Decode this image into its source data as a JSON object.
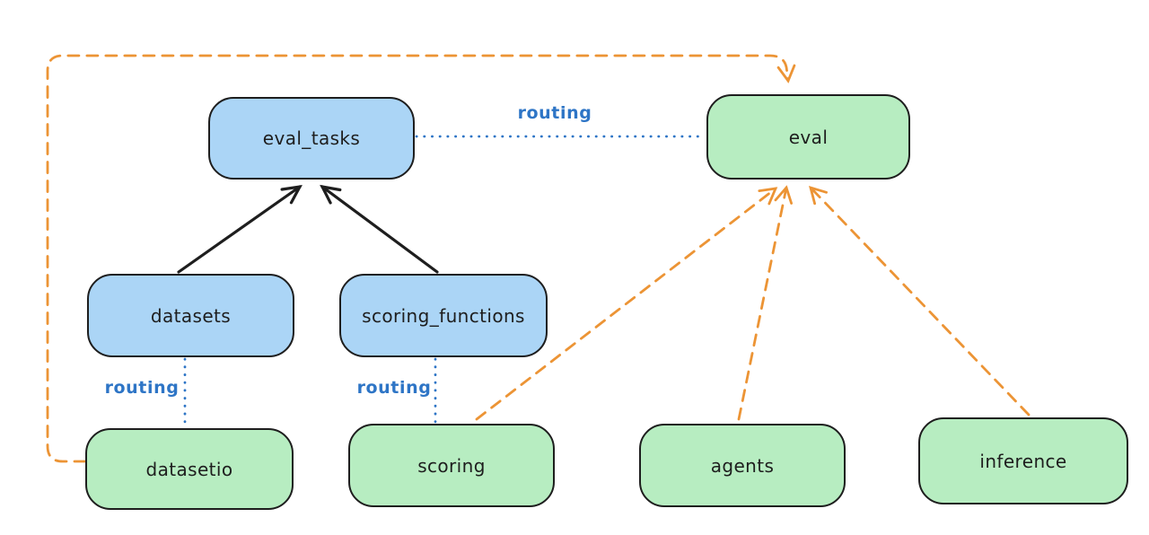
{
  "diagram": {
    "type": "architecture-routing-diagram",
    "nodes": {
      "eval_tasks": {
        "label": "eval_tasks",
        "kind": "api"
      },
      "datasets": {
        "label": "datasets",
        "kind": "api"
      },
      "scoring_functions": {
        "label": "scoring_functions",
        "kind": "api"
      },
      "eval": {
        "label": "eval",
        "kind": "provider"
      },
      "datasetio": {
        "label": "datasetio",
        "kind": "provider"
      },
      "scoring": {
        "label": "scoring",
        "kind": "provider"
      },
      "agents": {
        "label": "agents",
        "kind": "provider"
      },
      "inference": {
        "label": "inference",
        "kind": "provider"
      }
    },
    "edges": {
      "eval_tasks_eval": {
        "label": "routing",
        "style": "blue-dotted"
      },
      "datasets_datasetio": {
        "label": "routing",
        "style": "blue-dotted"
      },
      "scoring_functions_scoring": {
        "label": "routing",
        "style": "blue-dotted"
      },
      "datasets_to_eval_tasks": {
        "label": "",
        "style": "black-arrow"
      },
      "scoring_functions_to_eval_tasks": {
        "label": "",
        "style": "black-arrow"
      },
      "datasetio_to_eval": {
        "label": "",
        "style": "orange-dashed-arrow"
      },
      "scoring_to_eval": {
        "label": "",
        "style": "orange-dashed-arrow"
      },
      "agents_to_eval": {
        "label": "",
        "style": "orange-dashed-arrow"
      },
      "inference_to_eval": {
        "label": "",
        "style": "orange-dashed-arrow"
      }
    }
  },
  "colors": {
    "background": "#ffffff",
    "stroke": "#1e1e1e",
    "api_fill": "#abd5f6",
    "provider_fill": "#b7edc1",
    "routing_blue": "#2e75c6",
    "orange": "#ec9435"
  }
}
